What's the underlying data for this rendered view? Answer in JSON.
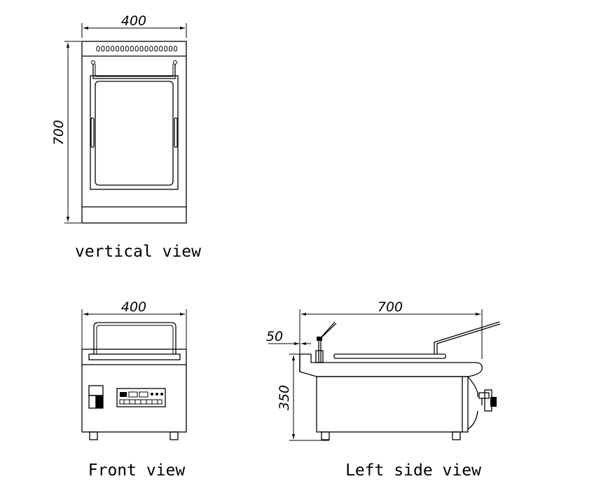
{
  "views": {
    "vertical": {
      "caption": "vertical view",
      "width_dim": "400",
      "depth_dim": "700"
    },
    "front": {
      "caption": "Front view",
      "width_dim": "400"
    },
    "left_side": {
      "caption": "Left side view",
      "length_dim": "700",
      "offset_dim": "50",
      "height_dim": "350"
    }
  }
}
